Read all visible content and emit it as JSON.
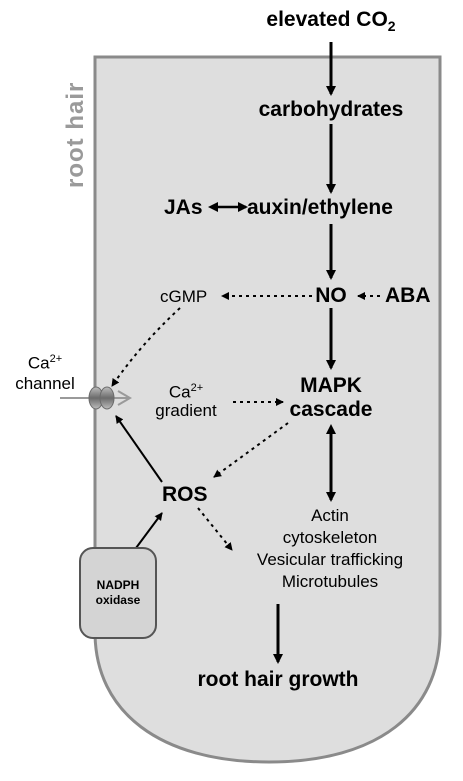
{
  "root_hair_label": "root hair",
  "nodes": {
    "co2": {
      "text": "elevated CO",
      "sub": "2"
    },
    "carbohydrates": "carbohydrates",
    "jas": "JAs",
    "auxin": "auxin/ethylene",
    "no": "NO",
    "aba": "ABA",
    "cgmp": "cGMP",
    "ca_channel": {
      "ca": "Ca",
      "sup": "2+",
      "line2": "channel"
    },
    "ca_gradient": {
      "ca": "Ca",
      "sup": "2+",
      "line2": "gradient"
    },
    "mapk": {
      "line1": "MAPK",
      "line2": "cascade"
    },
    "ros": "ROS",
    "actin": {
      "line1": "Actin",
      "line2": "cytoskeleton",
      "line3": "Vesicular trafficking",
      "line4": "Microtubules"
    },
    "nadph": {
      "line1": "NADPH",
      "line2": "oxidase"
    },
    "growth": "root hair growth"
  },
  "colors": {
    "cell_fill": "#dedede",
    "cell_stroke": "#8a8a8a",
    "nadph_fill": "#d4d4d4"
  }
}
